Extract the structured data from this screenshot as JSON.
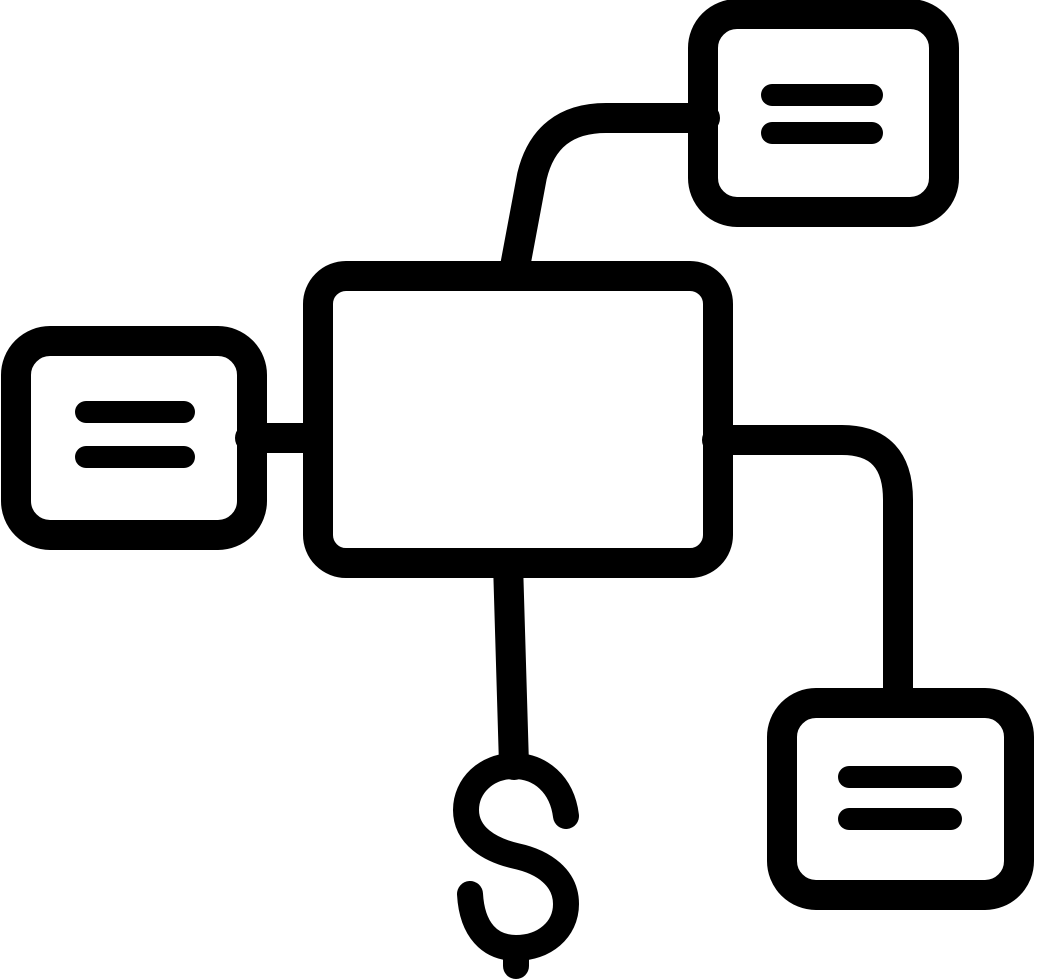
{
  "icon": {
    "name": "financial-flowchart-icon",
    "stroke_color": "#000000",
    "background_color": "#ffffff",
    "parts": {
      "central_box": "rectangle",
      "child_boxes": [
        "top-right-box",
        "left-box",
        "bottom-right-box"
      ],
      "symbol": "dollar-sign"
    }
  }
}
